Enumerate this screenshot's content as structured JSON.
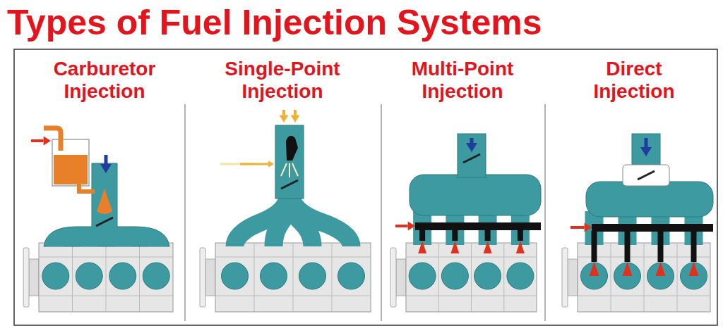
{
  "diagram": {
    "title": "Types of Fuel Injection Systems",
    "labels": [
      "Carburetor Injection",
      "Single-Point Injection",
      "Multi-Point Injection",
      "Direct Injection"
    ]
  }
}
